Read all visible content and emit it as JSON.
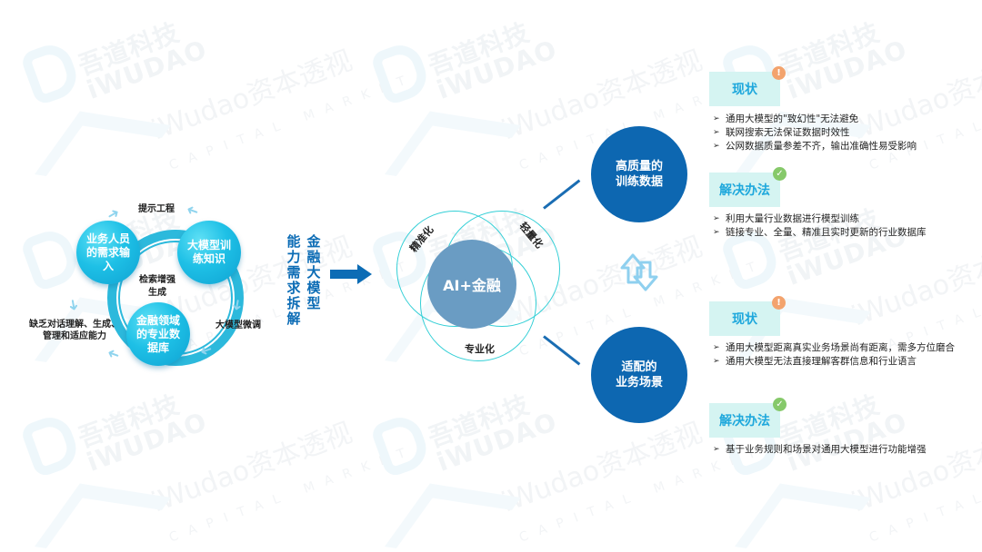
{
  "watermark": {
    "brand_cn": "吾道科技",
    "brand_en": "iWUDAO",
    "slogan": "iWudao资本透视",
    "caption": "CAPITAL MARKET"
  },
  "cycle": {
    "nodes": [
      "业务人员的需求输入",
      "大模型训练知识",
      "金融领域的专业数据库"
    ],
    "center": "检索增强生成",
    "labels": {
      "top": "提示工程",
      "right": "大模型微调",
      "left_line1": "缺乏对话理解、生成、",
      "left_line2": "管理和适应能力"
    },
    "colors": {
      "ring": "#2cb9dc",
      "node": "#1ec0e6",
      "arrow": "#8fd4ee"
    }
  },
  "vertical_title": {
    "col1": "能力需求拆解",
    "col2": "金融大模型"
  },
  "venn": {
    "core": "AI+金融",
    "tags": [
      "精准化",
      "轻量化",
      "专业化"
    ],
    "colors": {
      "core": "#6a9cc3",
      "ring": "#33cfd6"
    }
  },
  "topics": [
    {
      "title_line1": "高质量的",
      "title_line2": "训练数据",
      "status_label": "现状",
      "status_items": [
        "通用大模型的\"致幻性\"无法避免",
        "联网搜索无法保证数据时效性",
        "公网数据质量参差不齐，输出准确性易受影响"
      ],
      "solution_label": "解决办法",
      "solution_items": [
        "利用大量行业数据进行模型训练",
        "链接专业、全量、精准且实时更新的行业数据库"
      ]
    },
    {
      "title_line1": "适配的",
      "title_line2": "业务场景",
      "status_label": "现状",
      "status_items": [
        "通用大模型距离真实业务场景尚有距离，需多方位磨合",
        "通用大模型无法直接理解客群信息和行业语言"
      ],
      "solution_label": "解决办法",
      "solution_items": [
        "基于业务规则和场景对通用大模型进行功能增强"
      ]
    }
  ],
  "icons": {
    "bullet": "➢",
    "warn": "!",
    "ok": "✓"
  },
  "colors": {
    "primary": "#0d67b1",
    "label_bg": "#d5f4f2",
    "label_text": "#1fa8dc",
    "warn": "#f3a36d",
    "ok": "#86c96a"
  }
}
